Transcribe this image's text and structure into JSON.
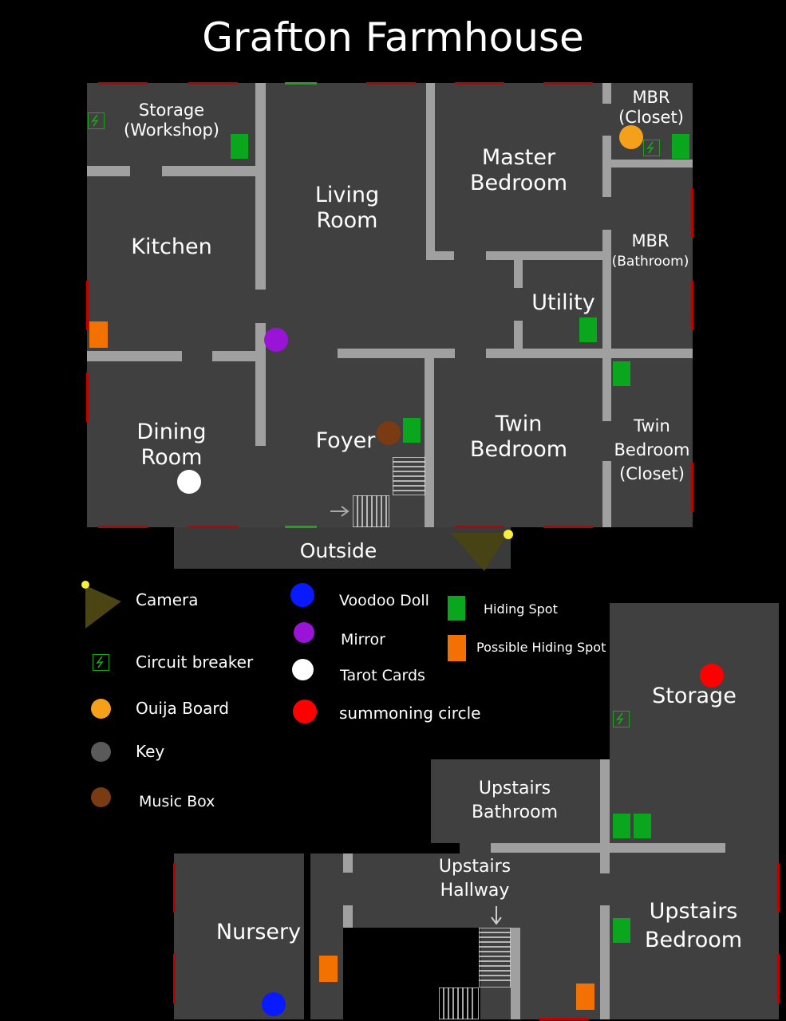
{
  "title": "Grafton Farmhouse",
  "rooms": {
    "storage_workshop": "Storage\n(Workshop)",
    "living_room": "Living\nRoom",
    "master_bedroom": "Master\nBedroom",
    "mbr_closet": "MBR\n(Closet)",
    "kitchen": "Kitchen",
    "mbr_bathroom_title": "MBR",
    "mbr_bathroom_sub": "(Bathroom)",
    "utility": "Utility",
    "dining_room": "Dining\nRoom",
    "foyer": "Foyer",
    "twin_bedroom": "Twin\nBedroom",
    "twin_bedroom_closet": "Twin\nBedroom\n(Closet)",
    "outside": "Outside",
    "storage_upstairs": "Storage",
    "upstairs_bathroom": "Upstairs\nBathroom",
    "upstairs_hallway": "Upstairs\nHallway",
    "nursery": "Nursery",
    "upstairs_bedroom": "Upstairs\nBedroom"
  },
  "legend": {
    "camera": "Camera",
    "circuit_breaker": "Circuit breaker",
    "ouija_board": "Ouija Board",
    "key": "Key",
    "music_box": "Music Box",
    "voodoo_doll": "Voodoo Doll",
    "mirror": "Mirror",
    "tarot_cards": "Tarot Cards",
    "summoning_circle": "summoning circle",
    "hiding_spot": "Hiding Spot",
    "possible_hiding_spot": "Possible Hiding Spot"
  },
  "colors": {
    "floor": "#404040",
    "wall": "#a0a0a0",
    "door_closed": "#c00000",
    "door_open": "#1aa51a",
    "hiding_spot": "#0aa61d",
    "possible_hiding_spot": "#f27100",
    "voodoo_doll": "#0a1aff",
    "mirror": "#9a14d8",
    "tarot_cards": "#ffffff",
    "summoning_circle": "#ff0000",
    "ouija_board": "#f5a01a",
    "key": "#5a5a5a",
    "music_box": "#7a3a12",
    "camera": "#4a4512"
  }
}
